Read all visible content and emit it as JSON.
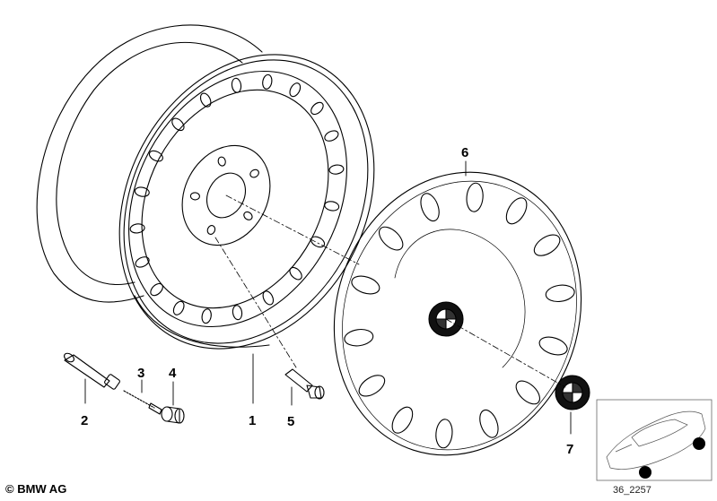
{
  "callouts": {
    "p1": "1",
    "p2": "2",
    "p3": "3",
    "p4": "4",
    "p5": "5",
    "p6": "6",
    "p7": "7"
  },
  "copyright": "© BMW AG",
  "diagram_ref": "36_2257",
  "colors": {
    "line": "#000000",
    "background": "#ffffff",
    "marker": "#000000"
  },
  "icons": [
    "bmw-roundel-icon",
    "car-thumbnail-icon"
  ]
}
